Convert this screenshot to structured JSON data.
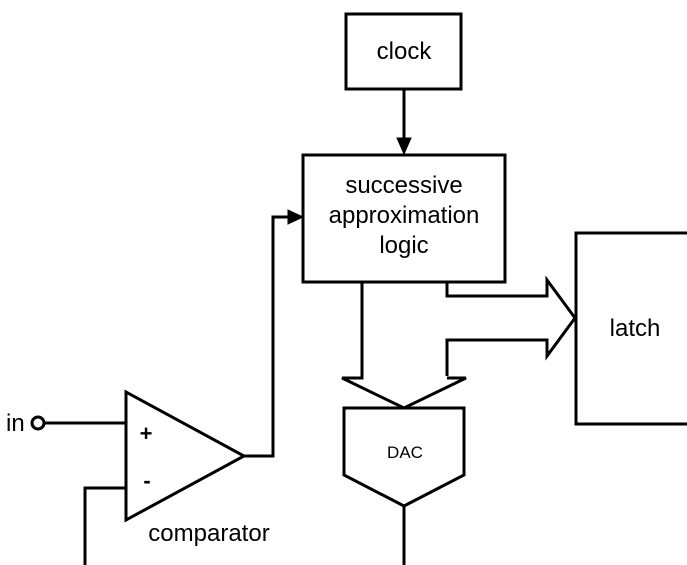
{
  "colors": {
    "stroke": "#000000",
    "background": "#ffffff"
  },
  "blocks": {
    "clock": "clock",
    "sar_line1": "successive",
    "sar_line2": "approximation",
    "sar_line3": "logic",
    "latch": "latch",
    "dac": "DAC"
  },
  "comparator": {
    "label": "comparator",
    "plus": "+",
    "minus": "-"
  },
  "input": {
    "label": "in"
  }
}
